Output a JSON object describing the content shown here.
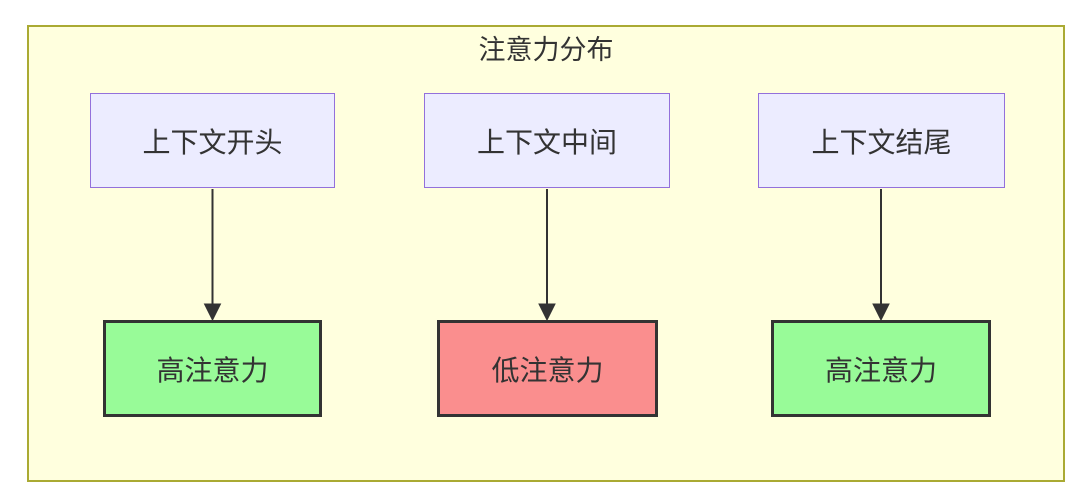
{
  "diagram": {
    "type": "flowchart",
    "title": "注意力分布",
    "columns": [
      {
        "source": "上下文开头",
        "result": "高注意力",
        "attention_level": "high"
      },
      {
        "source": "上下文中间",
        "result": "低注意力",
        "attention_level": "low"
      },
      {
        "source": "上下文结尾",
        "result": "高注意力",
        "attention_level": "high"
      }
    ],
    "colors": {
      "page-bg": "#ffffff",
      "cluster-bg": "#ffffde",
      "cluster-border": "#aaaa33",
      "source-node-bg": "#ececff",
      "source-node-border": "#9370db",
      "high-attention-bg": "#98fb98",
      "low-attention-bg": "#fa8e8e",
      "result-node-border": "#333333",
      "arrow": "#333333",
      "text": "#333333"
    }
  }
}
